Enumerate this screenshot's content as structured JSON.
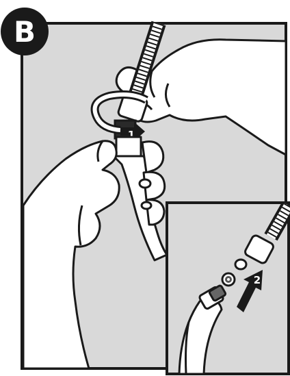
{
  "illustration": {
    "badge_label": "B",
    "step_one_label": "1",
    "step_two_label": "2",
    "colors": {
      "panel_gray": "#d9d9d9",
      "outline": "#1a1a1a",
      "skin": "#ffffff",
      "accent_dark": "#222222"
    },
    "icons": {
      "rotate_arrow": "curved-rotate-arrow-icon",
      "push_arrow": "straight-arrow-icon"
    }
  }
}
